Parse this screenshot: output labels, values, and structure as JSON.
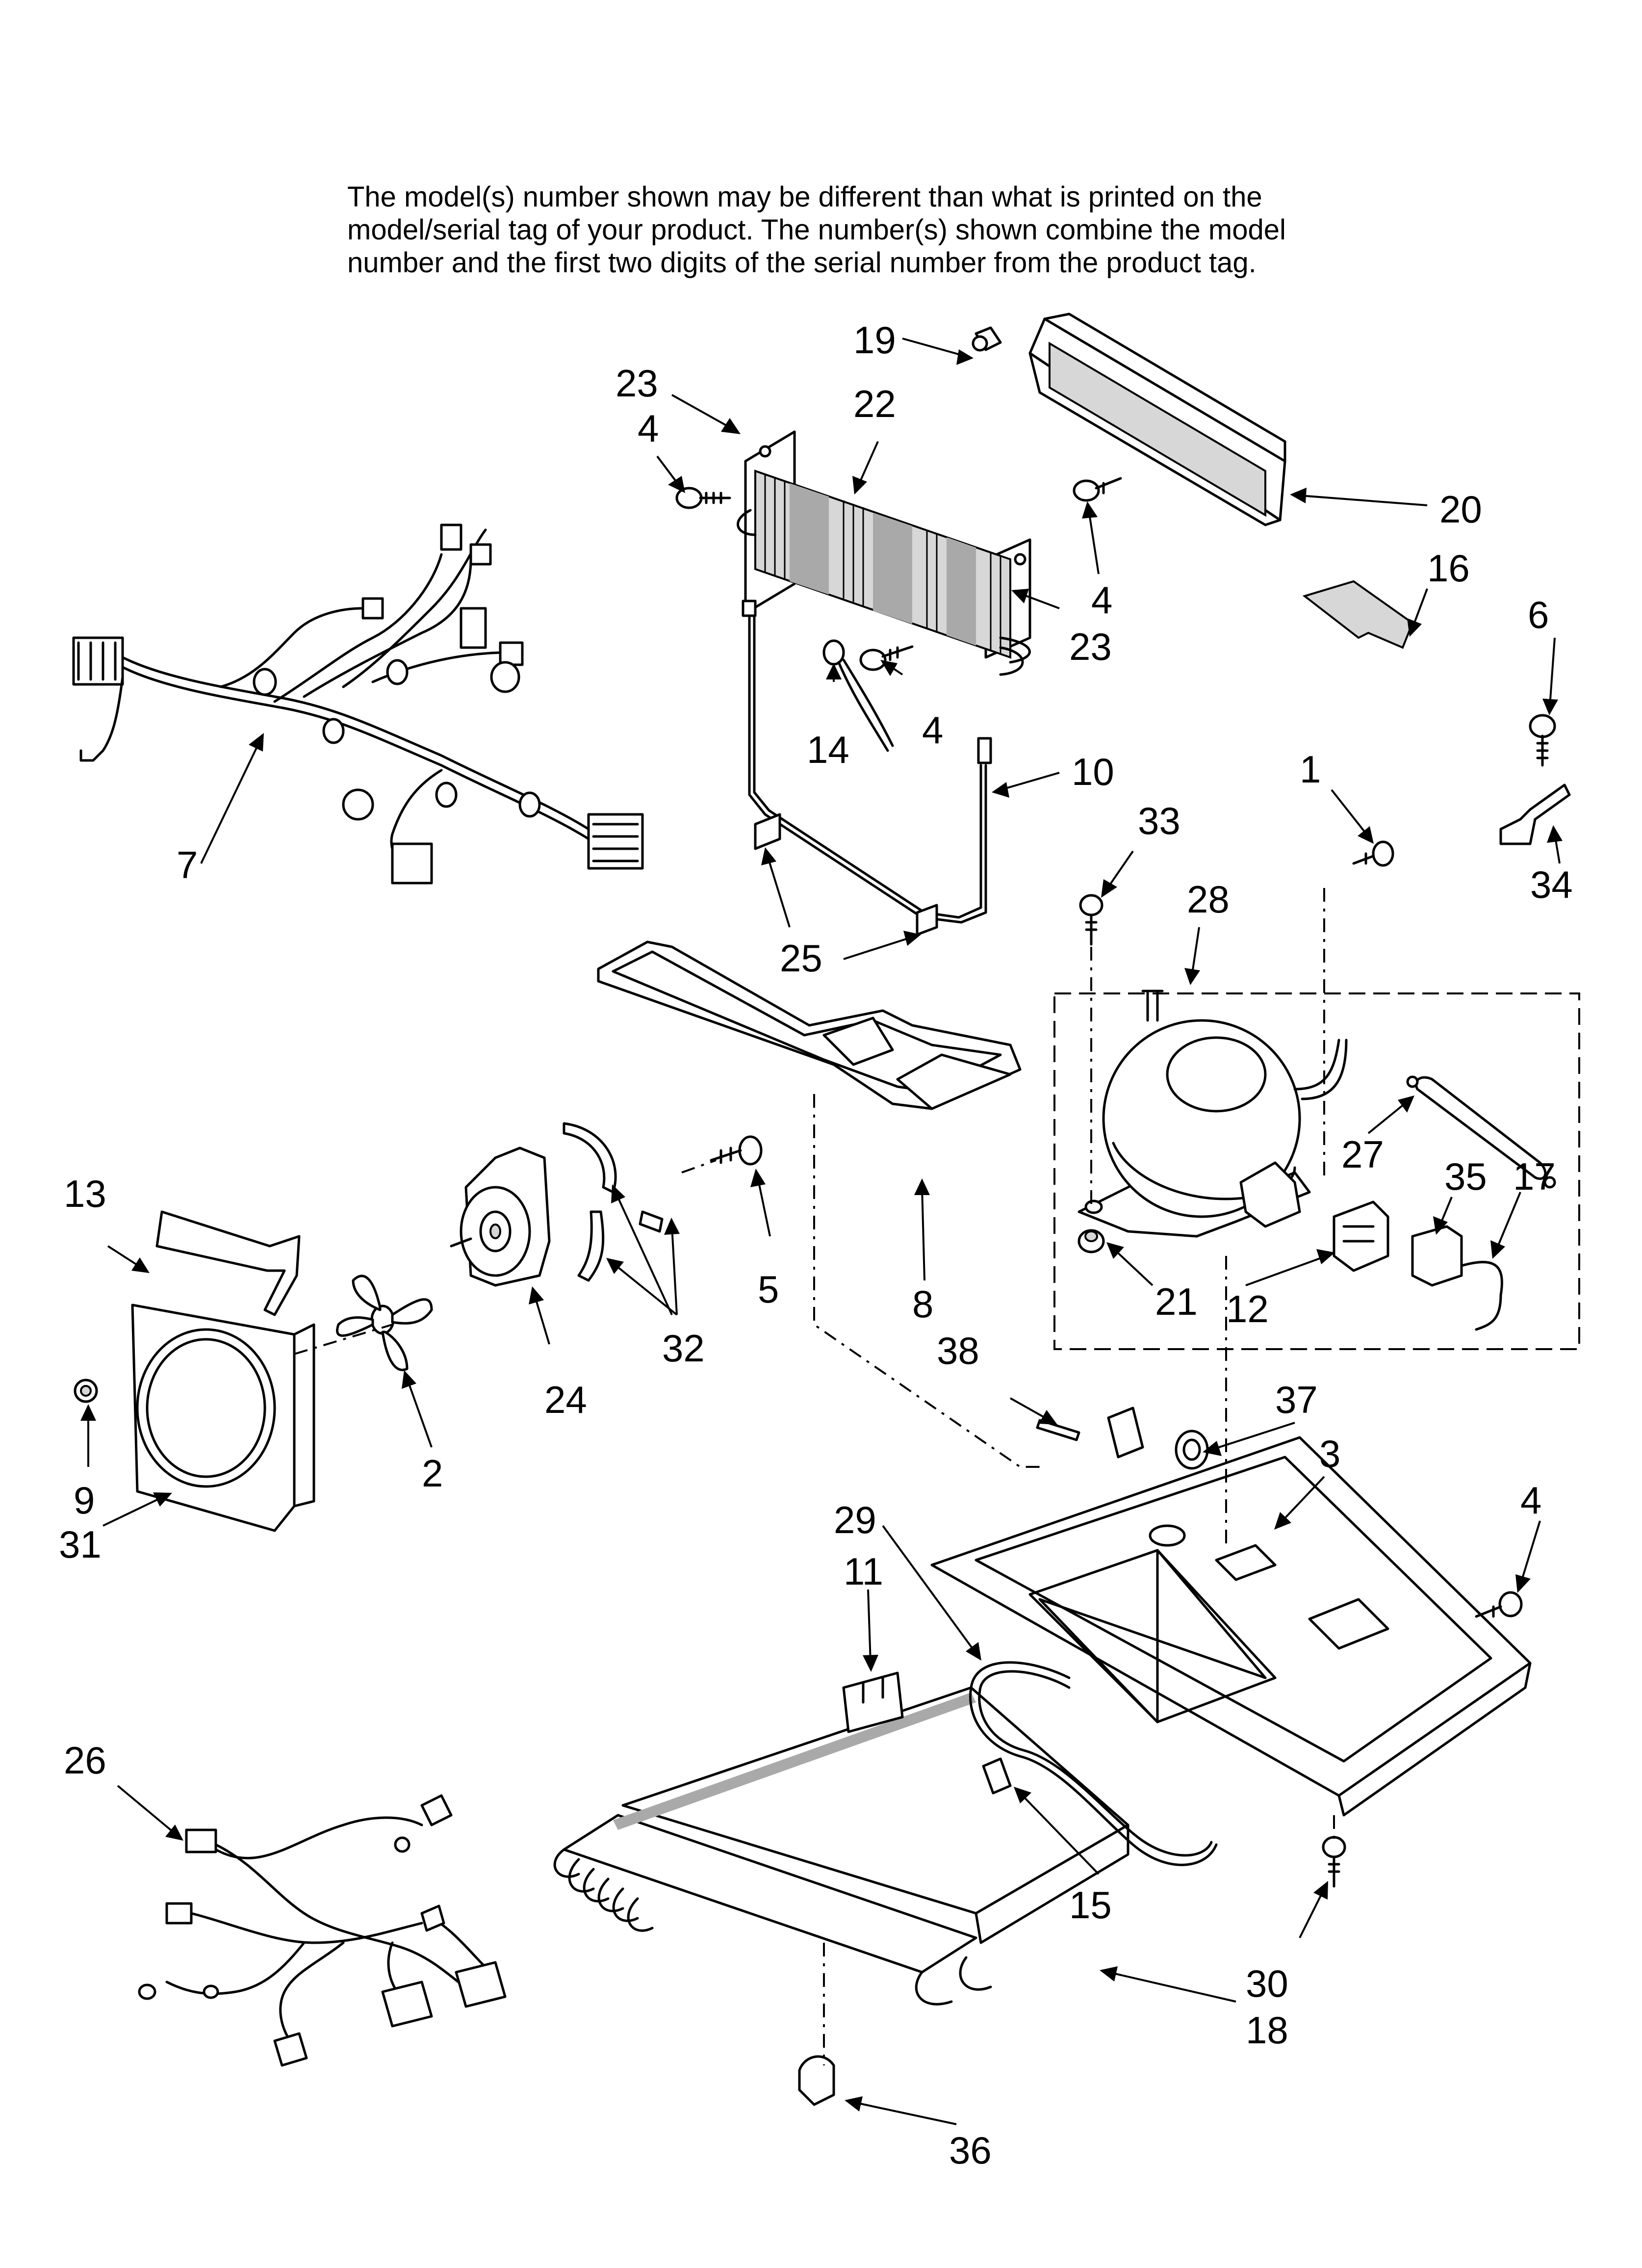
{
  "header_note": {
    "line1": "The model(s) number shown may be different than what is printed on the",
    "line2": "model/serial tag of your product. The number(s) shown combine the model",
    "line3": "number and the first two digits of the serial number from the product tag."
  },
  "callouts": {
    "c1": "1",
    "c2": "2",
    "c3": "3",
    "c4a": "4",
    "c4b": "4",
    "c4c": "4",
    "c4d": "4",
    "c5": "5",
    "c6": "6",
    "c7": "7",
    "c8": "8",
    "c9": "9",
    "c10": "10",
    "c11": "11",
    "c12": "12",
    "c13": "13",
    "c14": "14",
    "c15": "15",
    "c16": "16",
    "c17": "17",
    "c18": "18",
    "c19": "19",
    "c20": "20",
    "c21": "21",
    "c22": "22",
    "c23a": "23",
    "c23b": "23",
    "c24": "24",
    "c25": "25",
    "c26": "26",
    "c27": "27",
    "c28": "28",
    "c29": "29",
    "c30": "30",
    "c31": "31",
    "c32": "32",
    "c33": "33",
    "c34": "34",
    "c35": "35",
    "c36": "36",
    "c37": "37",
    "c38": "38"
  }
}
